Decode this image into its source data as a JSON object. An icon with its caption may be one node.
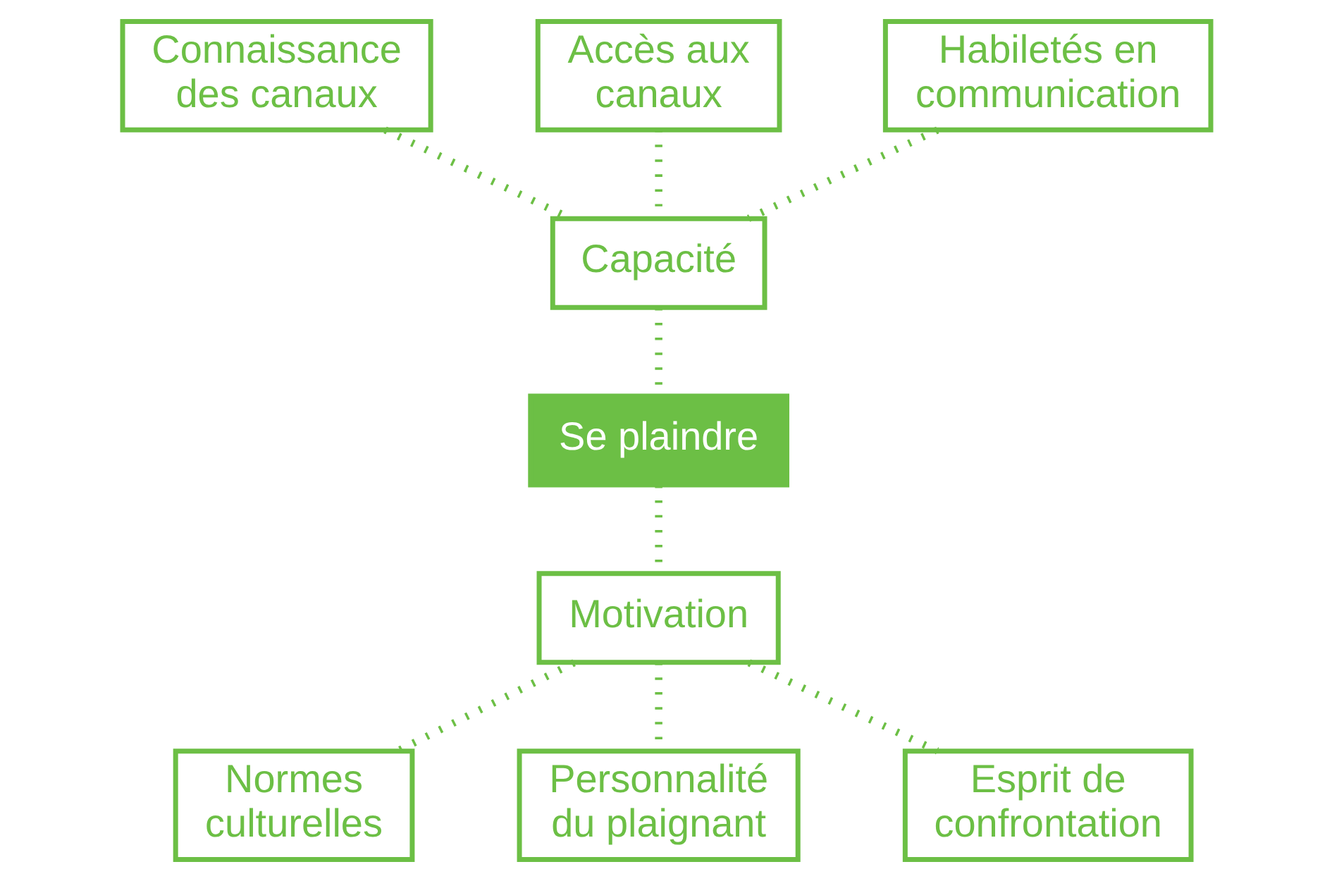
{
  "diagram": {
    "nodes": [
      {
        "text": [
          "Connaissance des canaux"
        ]
      },
      {
        "text": [
          "Accès aux canaux"
        ]
      },
      {
        "text": [
          "Habiletés en communication"
        ]
      },
      {
        "text": [
          "Capacité"
        ]
      },
      {
        "text": [
          "Se plaindre"
        ]
      },
      {
        "text": [
          "Motivation"
        ]
      },
      {
        "text": [
          "Normes culturelles"
        ]
      },
      {
        "text": [
          "Personnalité du plaignant"
        ]
      },
      {
        "text": [
          "Esprit de confrontation"
        ]
      }
    ],
    "edges": [
      {
        "from": 0,
        "to": 3,
        "arrow": "none"
      },
      {
        "from": 1,
        "to": 3,
        "arrow": "none"
      },
      {
        "from": 2,
        "to": 3,
        "arrow": "none"
      },
      {
        "from": 3,
        "to": 4,
        "arrow": "none"
      },
      {
        "from": 4,
        "to": 5,
        "arrow": "none"
      },
      {
        "from": 5,
        "to": 6,
        "arrow": "none"
      },
      {
        "from": 5,
        "to": 7,
        "arrow": "none"
      },
      {
        "from": 5,
        "to": 8,
        "arrow": "none"
      }
    ]
  }
}
